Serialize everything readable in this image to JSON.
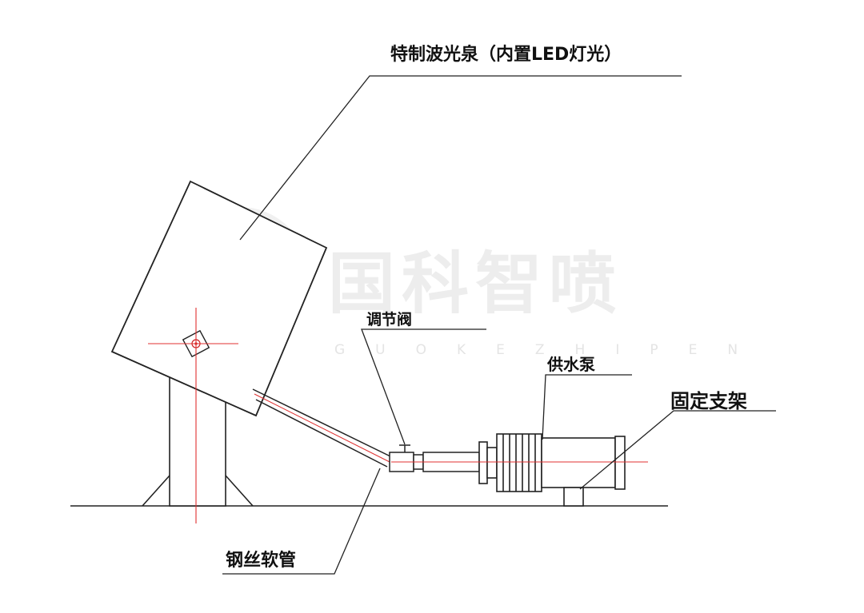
{
  "labels": {
    "fountain": "特制波光泉（内置LED灯光）",
    "valve": "调节阀",
    "pump": "供水泵",
    "bracket": "固定支架",
    "hose": "钢丝软管"
  },
  "watermark": {
    "cn": "国科智喷",
    "en": "GUOKEZHIPEN"
  },
  "colors": {
    "line": "#222222",
    "centerline": "#e03030",
    "watermark": "#ededed"
  }
}
